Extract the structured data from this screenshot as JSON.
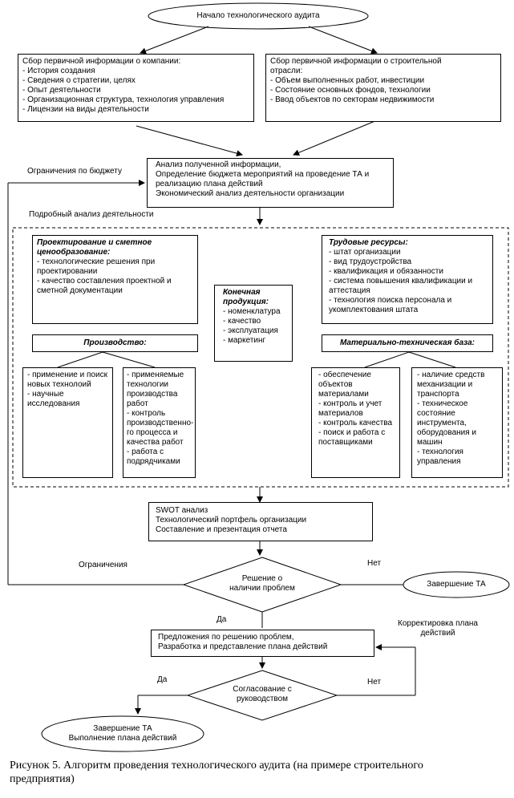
{
  "start": "Начало технологического аудита",
  "company_info": {
    "title": "Сбор первичной информации о компании:",
    "items": [
      "- История создания",
      "- Сведения о стратегии, целях",
      "- Опыт деятельности",
      "- Организационная структура, технология управления",
      "- Лицензии  на виды деятельности"
    ]
  },
  "industry_info": {
    "title": "Сбор  первичной информации о строительной",
    "title2": "отрасли:",
    "items": [
      "- Объем выполненных работ, инвестиции",
      "- Состояние основных фондов, технологии",
      "- Ввод объектов по секторам недвижимости"
    ]
  },
  "analysis": {
    "lines": [
      "Анализ полученной информации,",
      "Определение бюджета мероприятий на проведение ТА и",
      "реализацию плана действий",
      "Экономический анализ деятельности организации"
    ]
  },
  "labels": {
    "budget_limits": "Ограничения по бюджету",
    "detailed_analysis": "Подробный анализ деятельности",
    "limits": "Ограничения",
    "no1": "Нет",
    "yes1": "Да",
    "correction1": "Корректировка плана",
    "correction2": "действий",
    "yes2": "Да",
    "no2": "Нет"
  },
  "design": {
    "title": "Проектирование и сметное ценообразование:",
    "items": [
      "- технологические решения при проектировании",
      "- качество составления проектной и сметной документации"
    ]
  },
  "product": {
    "title": "Конечная продукция:",
    "items": [
      "- номенклатура",
      "- качество",
      "- эксплуатация",
      "- маркетинг"
    ]
  },
  "labor": {
    "title": "Трудовые ресурсы:",
    "items": [
      "- штат организации",
      "- вид трудоустройства",
      "- квалификация и обязанности",
      "- система повышения квалификации и аттестация",
      "- технология поиска персонала и укомплектования штата"
    ]
  },
  "production": {
    "title": "Производство:",
    "left": [
      "- применение и поиск новых технолоий",
      "- научные исследования"
    ],
    "right": [
      "- применяемые технологии производства работ",
      "- контроль производственно-го процесса и качества работ",
      "- работа с подрядчиками"
    ]
  },
  "material": {
    "title": "Материально-техническая база:",
    "left": [
      "- обеспечение объектов материалами",
      "- контроль и учет материалов",
      "- контроль качества",
      "- поиск и работа с поставщиками"
    ],
    "right": [
      "- наличие средств механизации  и транспорта",
      "- техническое состояние инструмента, оборудования и машин",
      "- технология управления"
    ]
  },
  "swot": {
    "lines": [
      "SWOT анализ",
      "Технологический портфель организации",
      "Составление и презентация отчета"
    ]
  },
  "decision1": {
    "line1": "Решение о",
    "line2": "наличии проблем"
  },
  "end1": "Завершение ТА",
  "proposals": {
    "lines": [
      "Предложения по решению проблем,",
      "Разработка и представление плана действий"
    ]
  },
  "decision2": {
    "line1": "Согласование с",
    "line2": "руководством"
  },
  "end2": {
    "line1": "Завершение ТА",
    "line2": "Выполнение плана действий"
  },
  "caption": "Рисунок 5. Алгоритм проведения технологического аудита (на примере строительного предприятия)"
}
